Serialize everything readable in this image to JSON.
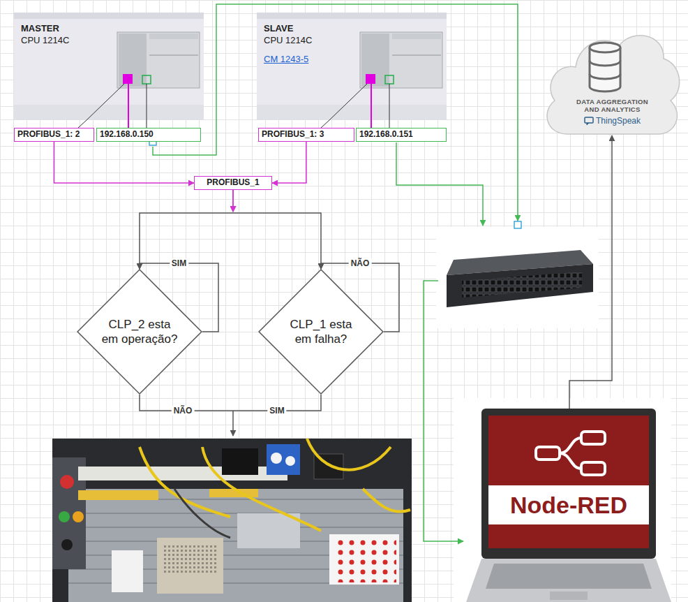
{
  "diagram": {
    "nodes": [
      {
        "text": [
          "MASTER",
          "CPU 1214C"
        ]
      },
      {
        "text": [
          "PROFIBUS_1: 2"
        ]
      },
      {
        "text": [
          "192.168.0.150"
        ]
      },
      {
        "text": [
          "SLAVE",
          "CPU 1214C",
          "CM 1243-5"
        ]
      },
      {
        "text": [
          "PROFIBUS_1: 3"
        ]
      },
      {
        "text": [
          "192.168.0.151"
        ]
      },
      {
        "text": [
          "DATA AGGREGATION AND ANALYTICS",
          "ThingSpeak"
        ]
      },
      {
        "text": [
          "PROFIBUS_1"
        ]
      },
      {
        "text": [
          "CLP_2 esta em operação?"
        ]
      },
      {
        "text": [
          "CLP_1 esta em falha?"
        ]
      },
      {
        "text": [
          "Node-RED"
        ]
      }
    ],
    "edges": [
      {
        "from": 1,
        "to": 7,
        "arrow": "to"
      },
      {
        "from": 4,
        "to": 7,
        "arrow": "to"
      },
      {
        "from": 7,
        "to": 8,
        "arrow": "to"
      },
      {
        "from": 7,
        "to": 9,
        "arrow": "to"
      },
      {
        "from": 8,
        "to": 8,
        "label": "SIM",
        "arrow": "to"
      },
      {
        "from": 9,
        "to": 9,
        "label": "NÃO",
        "arrow": "to"
      },
      {
        "from": 10,
        "to": 6,
        "arrow": "to"
      }
    ],
    "labels": [
      "NÃO",
      "SIM"
    ]
  }
}
